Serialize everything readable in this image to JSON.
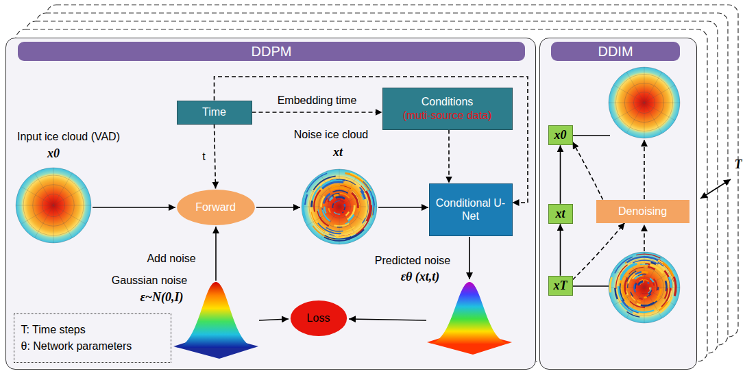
{
  "diagram": {
    "nodes": [
      {
        "text": [
          "DDPM"
        ]
      },
      {
        "text": [
          "Time"
        ],
        "in": 0
      },
      {
        "text": [
          "Conditions",
          "(muti-source data)"
        ],
        "in": 0
      },
      {
        "text": [
          "Forward"
        ],
        "in": 0
      },
      {
        "text": [
          "Conditional U-Net"
        ],
        "in": 0
      },
      {
        "text": [
          "Loss"
        ],
        "in": 0
      },
      {
        "text": [
          "T: Time steps",
          "θ: Network parameters"
        ],
        "in": 0
      },
      {
        "text": [
          "DDIM"
        ]
      },
      {
        "text": [
          "x0"
        ],
        "in": 7
      },
      {
        "text": [
          "xt"
        ],
        "in": 7
      },
      {
        "text": [
          "xT"
        ],
        "in": 7
      },
      {
        "text": [
          "Denoising"
        ],
        "in": 7
      }
    ],
    "edges": [
      {
        "from": 1,
        "to": 3,
        "label": "t",
        "arrow": "to"
      },
      {
        "from": 1,
        "to": 2,
        "label": "Embedding time",
        "arrow": "to"
      },
      {
        "from": 1,
        "to": 4,
        "arrow": "to"
      },
      {
        "from": 2,
        "to": 4,
        "arrow": "to"
      },
      {
        "from": 10,
        "to": 9,
        "arrow": "to"
      },
      {
        "from": 9,
        "to": 8,
        "arrow": "to"
      },
      {
        "from": 10,
        "to": 11,
        "arrow": "to"
      },
      {
        "from": 11,
        "to": 8,
        "arrow": "to"
      }
    ],
    "labels": [
      "Input ice cloud (VAD)",
      "x0",
      "Noise ice cloud",
      "xt",
      "Add noise",
      "Gaussian noise",
      "ε~N(0,I)",
      "Predicted noise",
      "εθ (xt,t)",
      "T"
    ]
  }
}
